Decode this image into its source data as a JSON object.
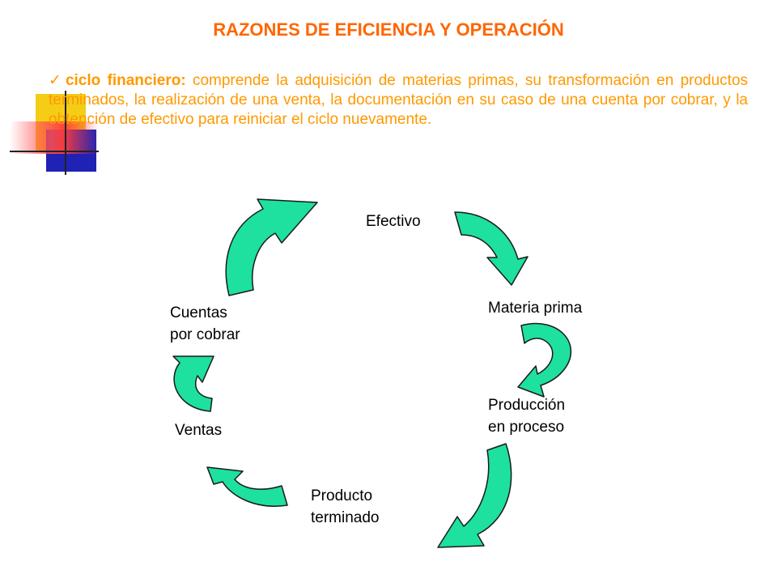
{
  "title": "RAZONES DE EFICIENCIA Y OPERACIÓN",
  "definition": {
    "check": "✓",
    "term": "ciclo financiero:",
    "text": "comprende la adquisición de materias primas, su transformación en productos terminados, la realización de una venta, la documentación en su caso de una cuenta por cobrar, y la obtención de efectivo para reiniciar el ciclo nuevamente."
  },
  "cycle": {
    "stages": [
      "Efectivo",
      "Materia prima",
      "Producción\nen proceso",
      "Producto\nterminado",
      "Ventas",
      "Cuentas\npor cobrar"
    ]
  },
  "colors": {
    "title": "#ff6600",
    "text": "#ff9900",
    "arrow_fill": "#1ee09f",
    "arrow_stroke": "#1a1a1a"
  }
}
